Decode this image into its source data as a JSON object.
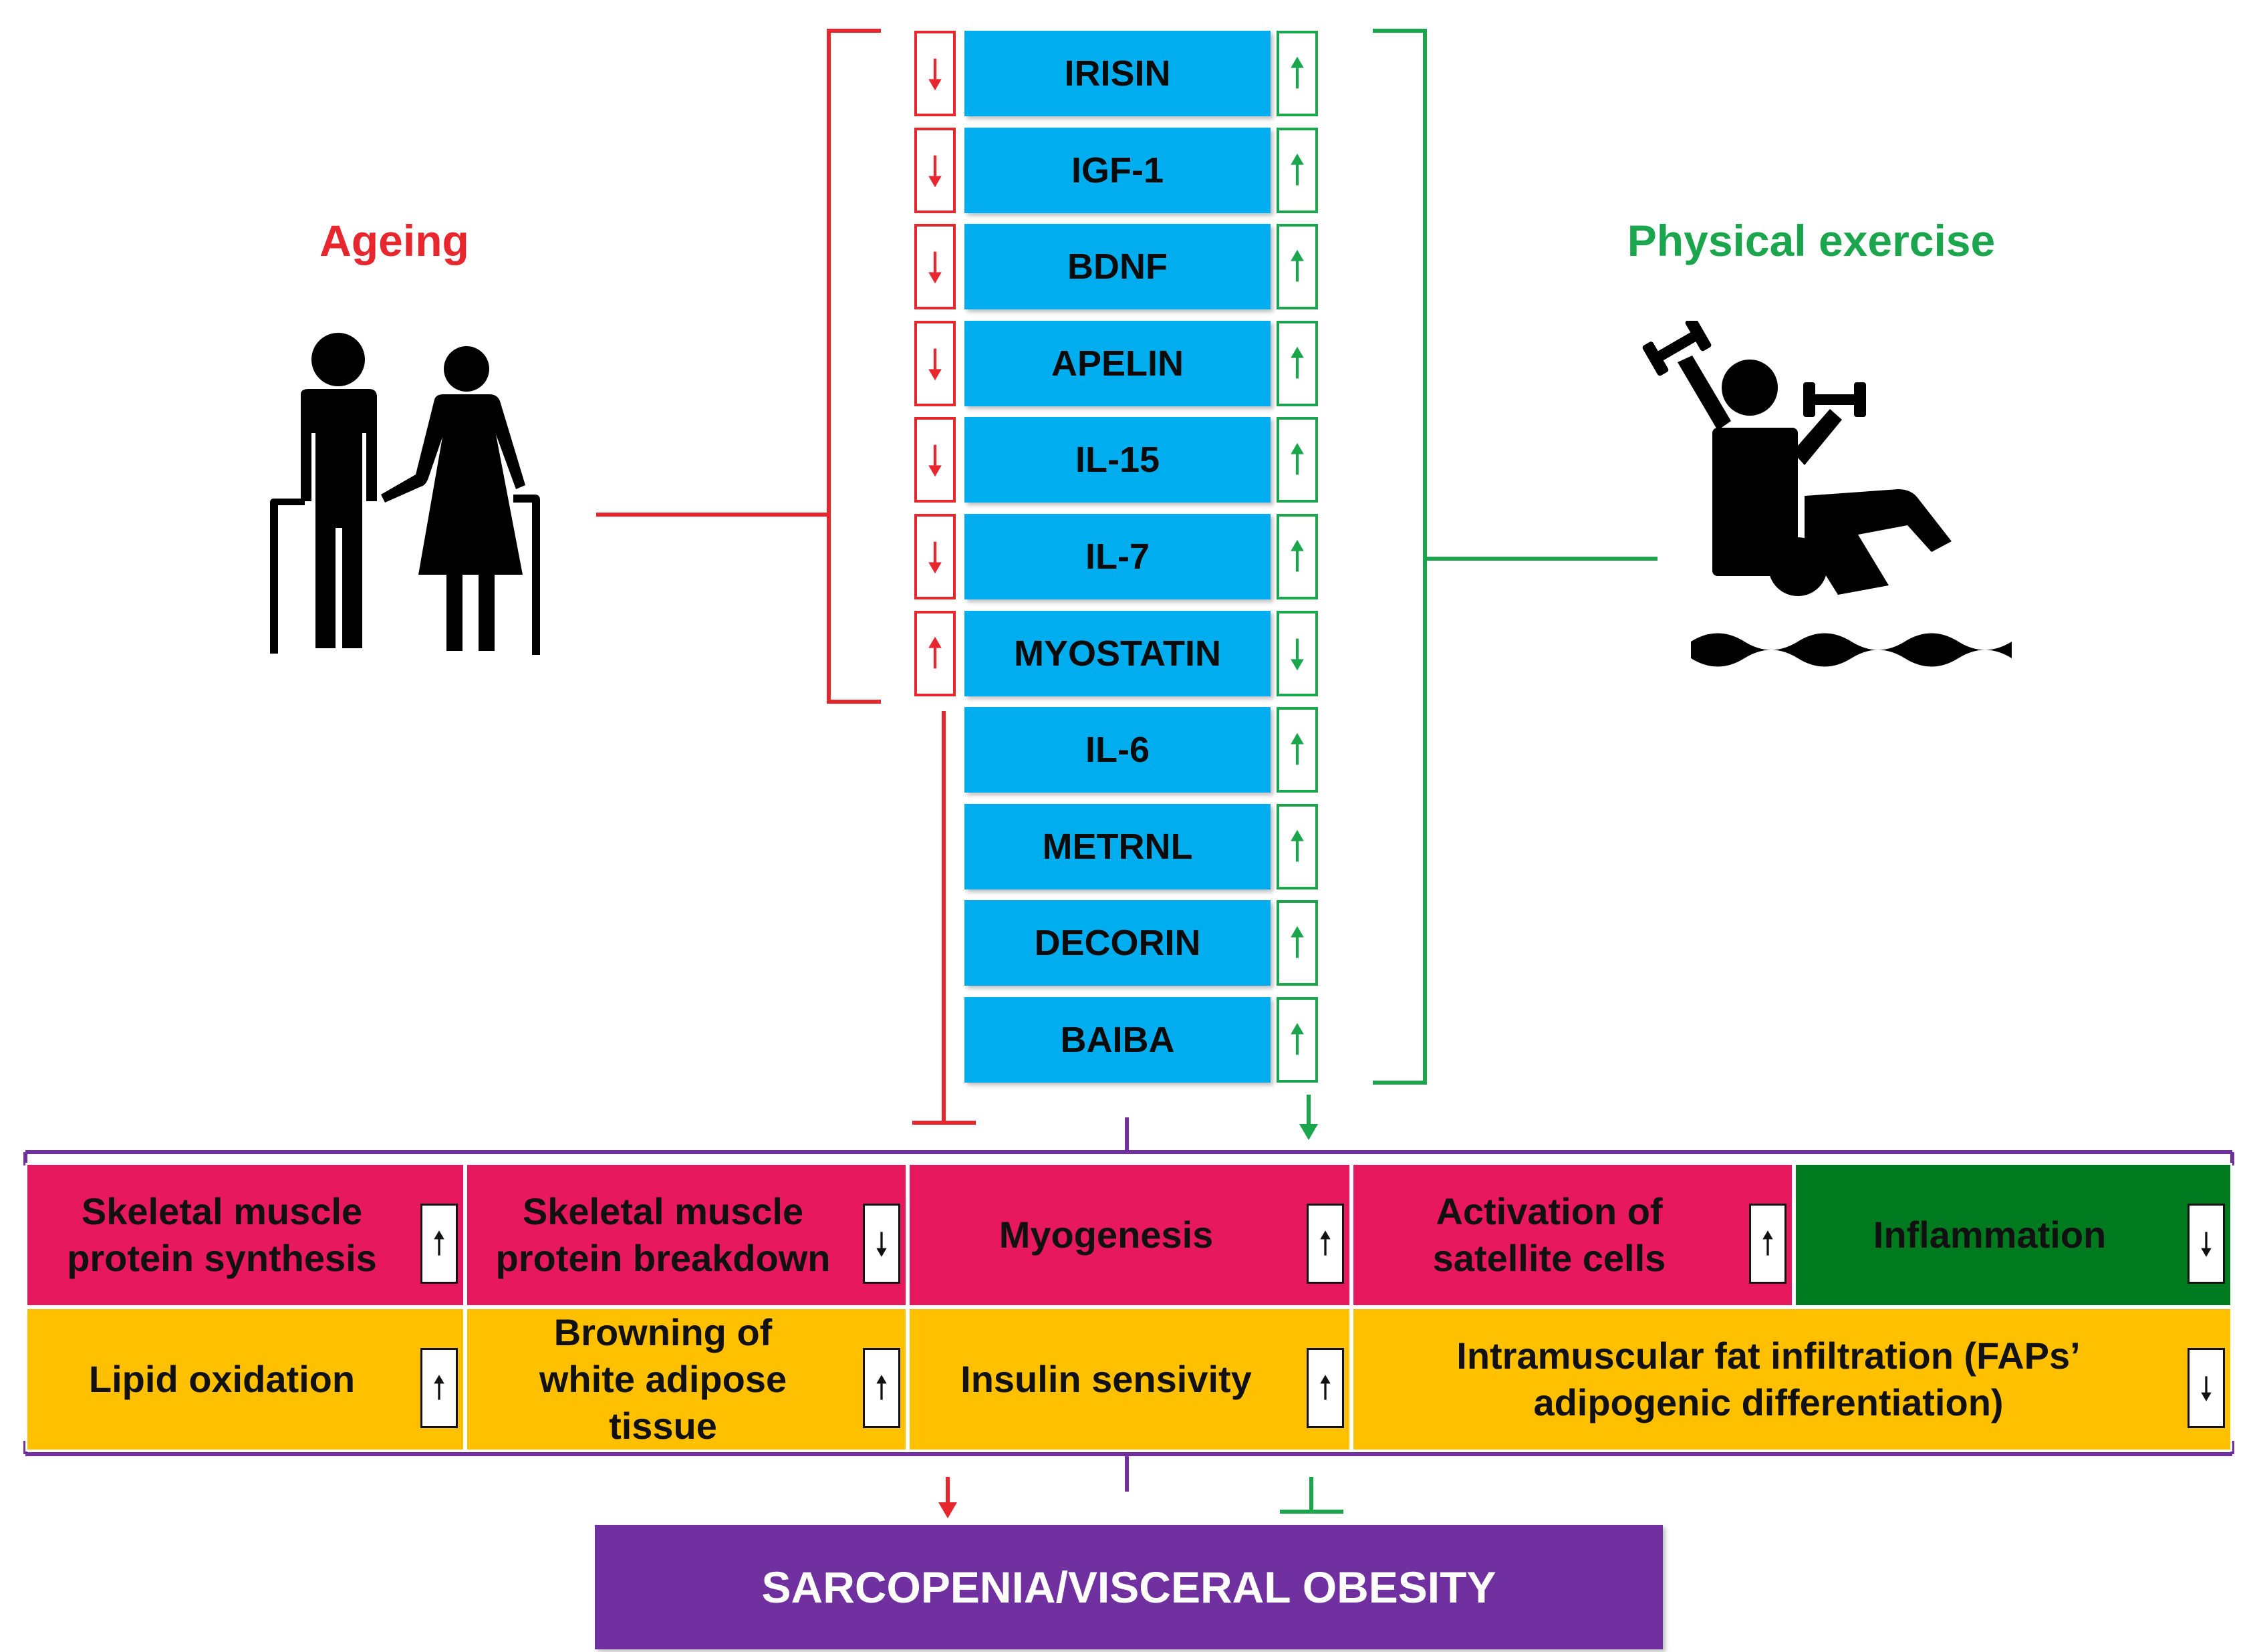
{
  "colors": {
    "ageing": "#E8262E",
    "exercise": "#1BA64E",
    "myokine_box": "#00AEEF",
    "positive_effect": "#E8185F",
    "inflammation": "#007A1F",
    "metabolic_effect": "#FFC000",
    "outcome": "#7030A0"
  },
  "ageing": {
    "label": "Ageing",
    "icon": "elderly-couple-icon"
  },
  "exercise": {
    "label": "Physical exercise",
    "icon": "exercise-swimmer-icon"
  },
  "myokines": [
    {
      "name": "IRISIN",
      "ageing": "down",
      "exercise": "up"
    },
    {
      "name": "IGF-1",
      "ageing": "down",
      "exercise": "up"
    },
    {
      "name": "BDNF",
      "ageing": "down",
      "exercise": "up"
    },
    {
      "name": "APELIN",
      "ageing": "down",
      "exercise": "up"
    },
    {
      "name": "IL-15",
      "ageing": "down",
      "exercise": "up"
    },
    {
      "name": "IL-7",
      "ageing": "down",
      "exercise": "up"
    },
    {
      "name": "MYOSTATIN",
      "ageing": "up",
      "exercise": "down"
    },
    {
      "name": "IL-6",
      "ageing": null,
      "exercise": "up"
    },
    {
      "name": "METRNL",
      "ageing": null,
      "exercise": "up"
    },
    {
      "name": "DECORIN",
      "ageing": null,
      "exercise": "up"
    },
    {
      "name": "BAIBA",
      "ageing": null,
      "exercise": "up"
    }
  ],
  "effects_row1": [
    {
      "label": "Skeletal muscle protein synthesis",
      "direction": "up",
      "color": "#E8185F"
    },
    {
      "label": "Skeletal muscle protein breakdown",
      "direction": "down",
      "color": "#E8185F"
    },
    {
      "label": "Myogenesis",
      "direction": "up",
      "color": "#E8185F"
    },
    {
      "label": "Activation of satellite cells",
      "direction": "up",
      "color": "#E8185F"
    },
    {
      "label": "Inflammation",
      "direction": "down",
      "color": "#007A1F"
    }
  ],
  "effects_row2": [
    {
      "label": "Lipid oxidation",
      "direction": "up",
      "color": "#FFC000"
    },
    {
      "label": "Browning of white adipose tissue",
      "direction": "up",
      "color": "#FFC000"
    },
    {
      "label": "Insulin sensivity",
      "direction": "up",
      "color": "#FFC000"
    },
    {
      "label": "Intramuscular fat infiltration (FAPs’ adipogenic differentiation)",
      "direction": "down",
      "color": "#FFC000"
    }
  ],
  "outcome": {
    "label": "SARCOPENIA/VISCERAL OBESITY"
  }
}
